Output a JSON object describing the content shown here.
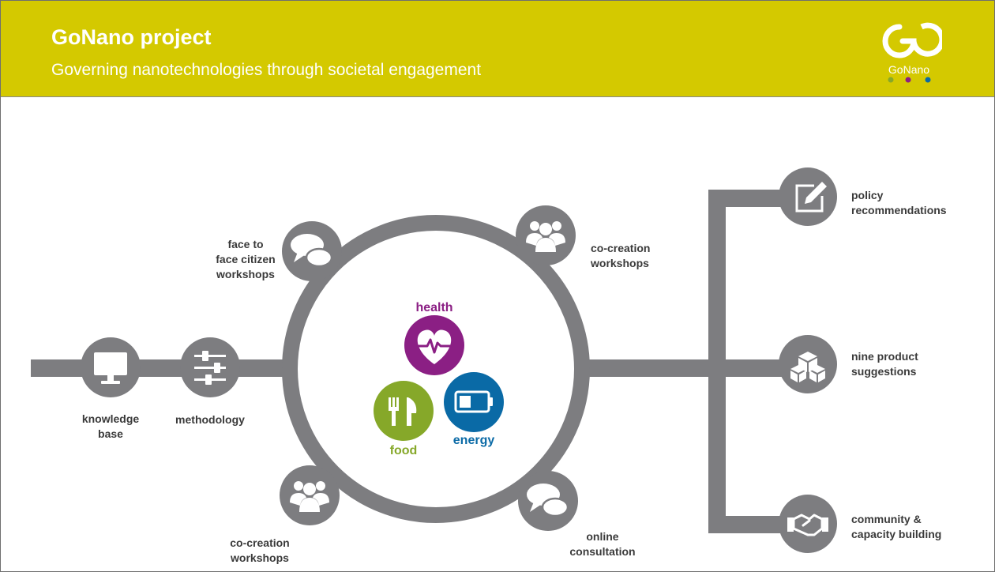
{
  "header": {
    "title": "GoNano project",
    "subtitle": "Governing nanotechnologies through societal engagement",
    "logo_text": "GoNano"
  },
  "colors": {
    "header_bg": "#d4c900",
    "line_gray": "#7d7d80",
    "health": "#8b1f84",
    "food": "#86a829",
    "energy": "#0a6aa6",
    "label_text": "#3a3a3a"
  },
  "themes": {
    "health": "health",
    "food": "food",
    "energy": "energy"
  },
  "inputs": [
    {
      "label": "knowledge\nbase",
      "icon": "monitor-icon"
    },
    {
      "label": "methodology",
      "icon": "sliders-icon"
    }
  ],
  "process": [
    {
      "label": "face to\nface citizen\nworkshops",
      "icon": "speech-bubbles-icon"
    },
    {
      "label": "co-creation\nworkshops",
      "icon": "people-group-icon"
    },
    {
      "label": "co-creation\nworkshops",
      "icon": "people-group-icon"
    },
    {
      "label": "online\nconsultation",
      "icon": "speech-bubbles-icon"
    }
  ],
  "outputs": [
    {
      "label": "policy\nrecommendations",
      "icon": "pencil-edit-icon"
    },
    {
      "label": "nine product\nsuggestions",
      "icon": "cubes-icon"
    },
    {
      "label": "community &\ncapacity building",
      "icon": "handshake-icon"
    }
  ]
}
